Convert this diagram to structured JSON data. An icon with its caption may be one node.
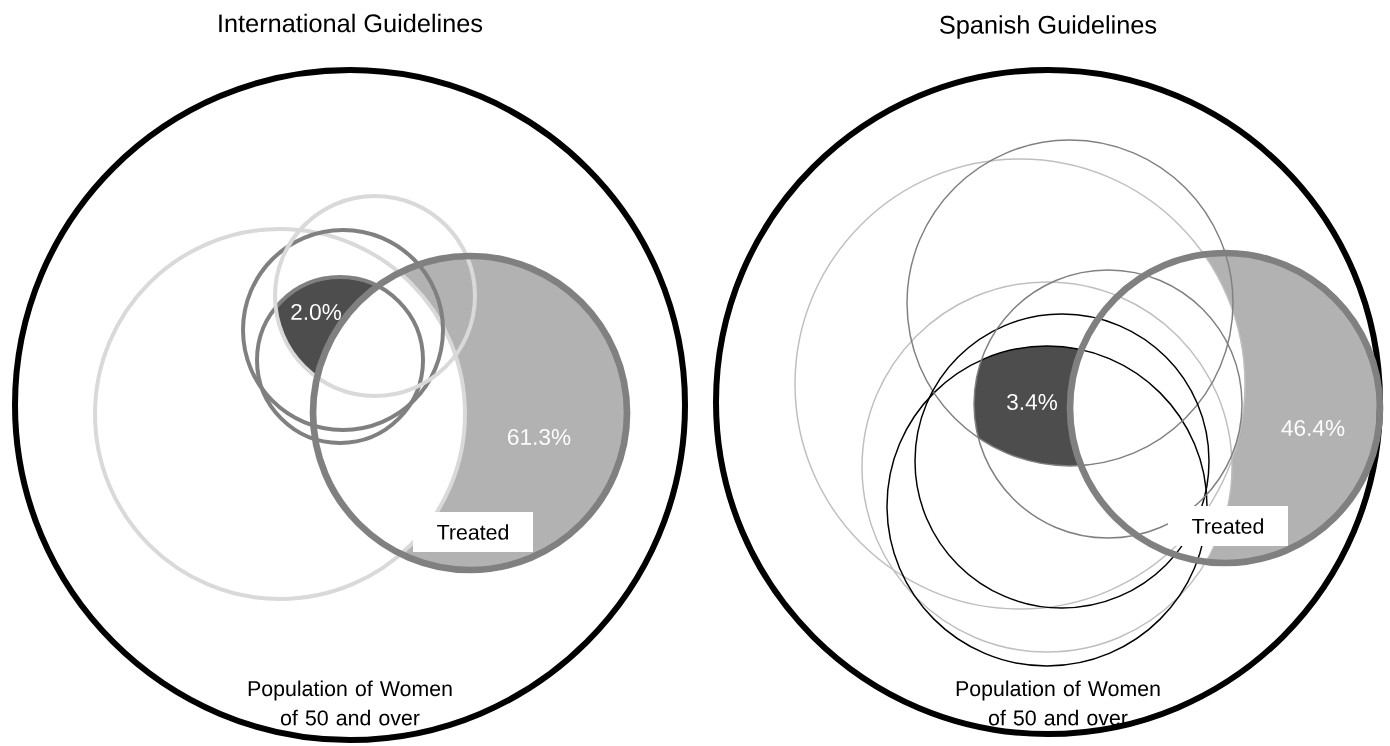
{
  "diagram": {
    "nodes": [
      {
        "text": [
          "International Guidelines",
          "Population of Women of 50 and over"
        ]
      },
      {
        "text": [],
        "shape": "circle",
        "in": 0
      },
      {
        "text": [],
        "shape": "circle",
        "in": 1
      },
      {
        "text": [],
        "shape": "circle",
        "in": 1
      },
      {
        "text": [],
        "shape": "circle",
        "in": 0
      },
      {
        "text": [
          "61.3%",
          "Treated"
        ],
        "in": 0
      },
      {
        "text": [
          "Spanish Guidelines",
          "Population of Women of 50 and over"
        ]
      },
      {
        "text": [],
        "shape": "circle",
        "in": 6
      },
      {
        "text": [],
        "shape": "circle",
        "in": 6
      },
      {
        "text": [],
        "shape": "circle",
        "in": 8
      },
      {
        "text": [],
        "shape": "circle",
        "in": 6
      },
      {
        "text": [],
        "shape": "circle",
        "in": 8
      },
      {
        "text": [],
        "shape": "circle",
        "in": 7
      },
      {
        "text": [
          "46.4%",
          "Treated"
        ],
        "in": 6
      }
    ],
    "labels": [
      "2.0%",
      "3.4%"
    ]
  }
}
